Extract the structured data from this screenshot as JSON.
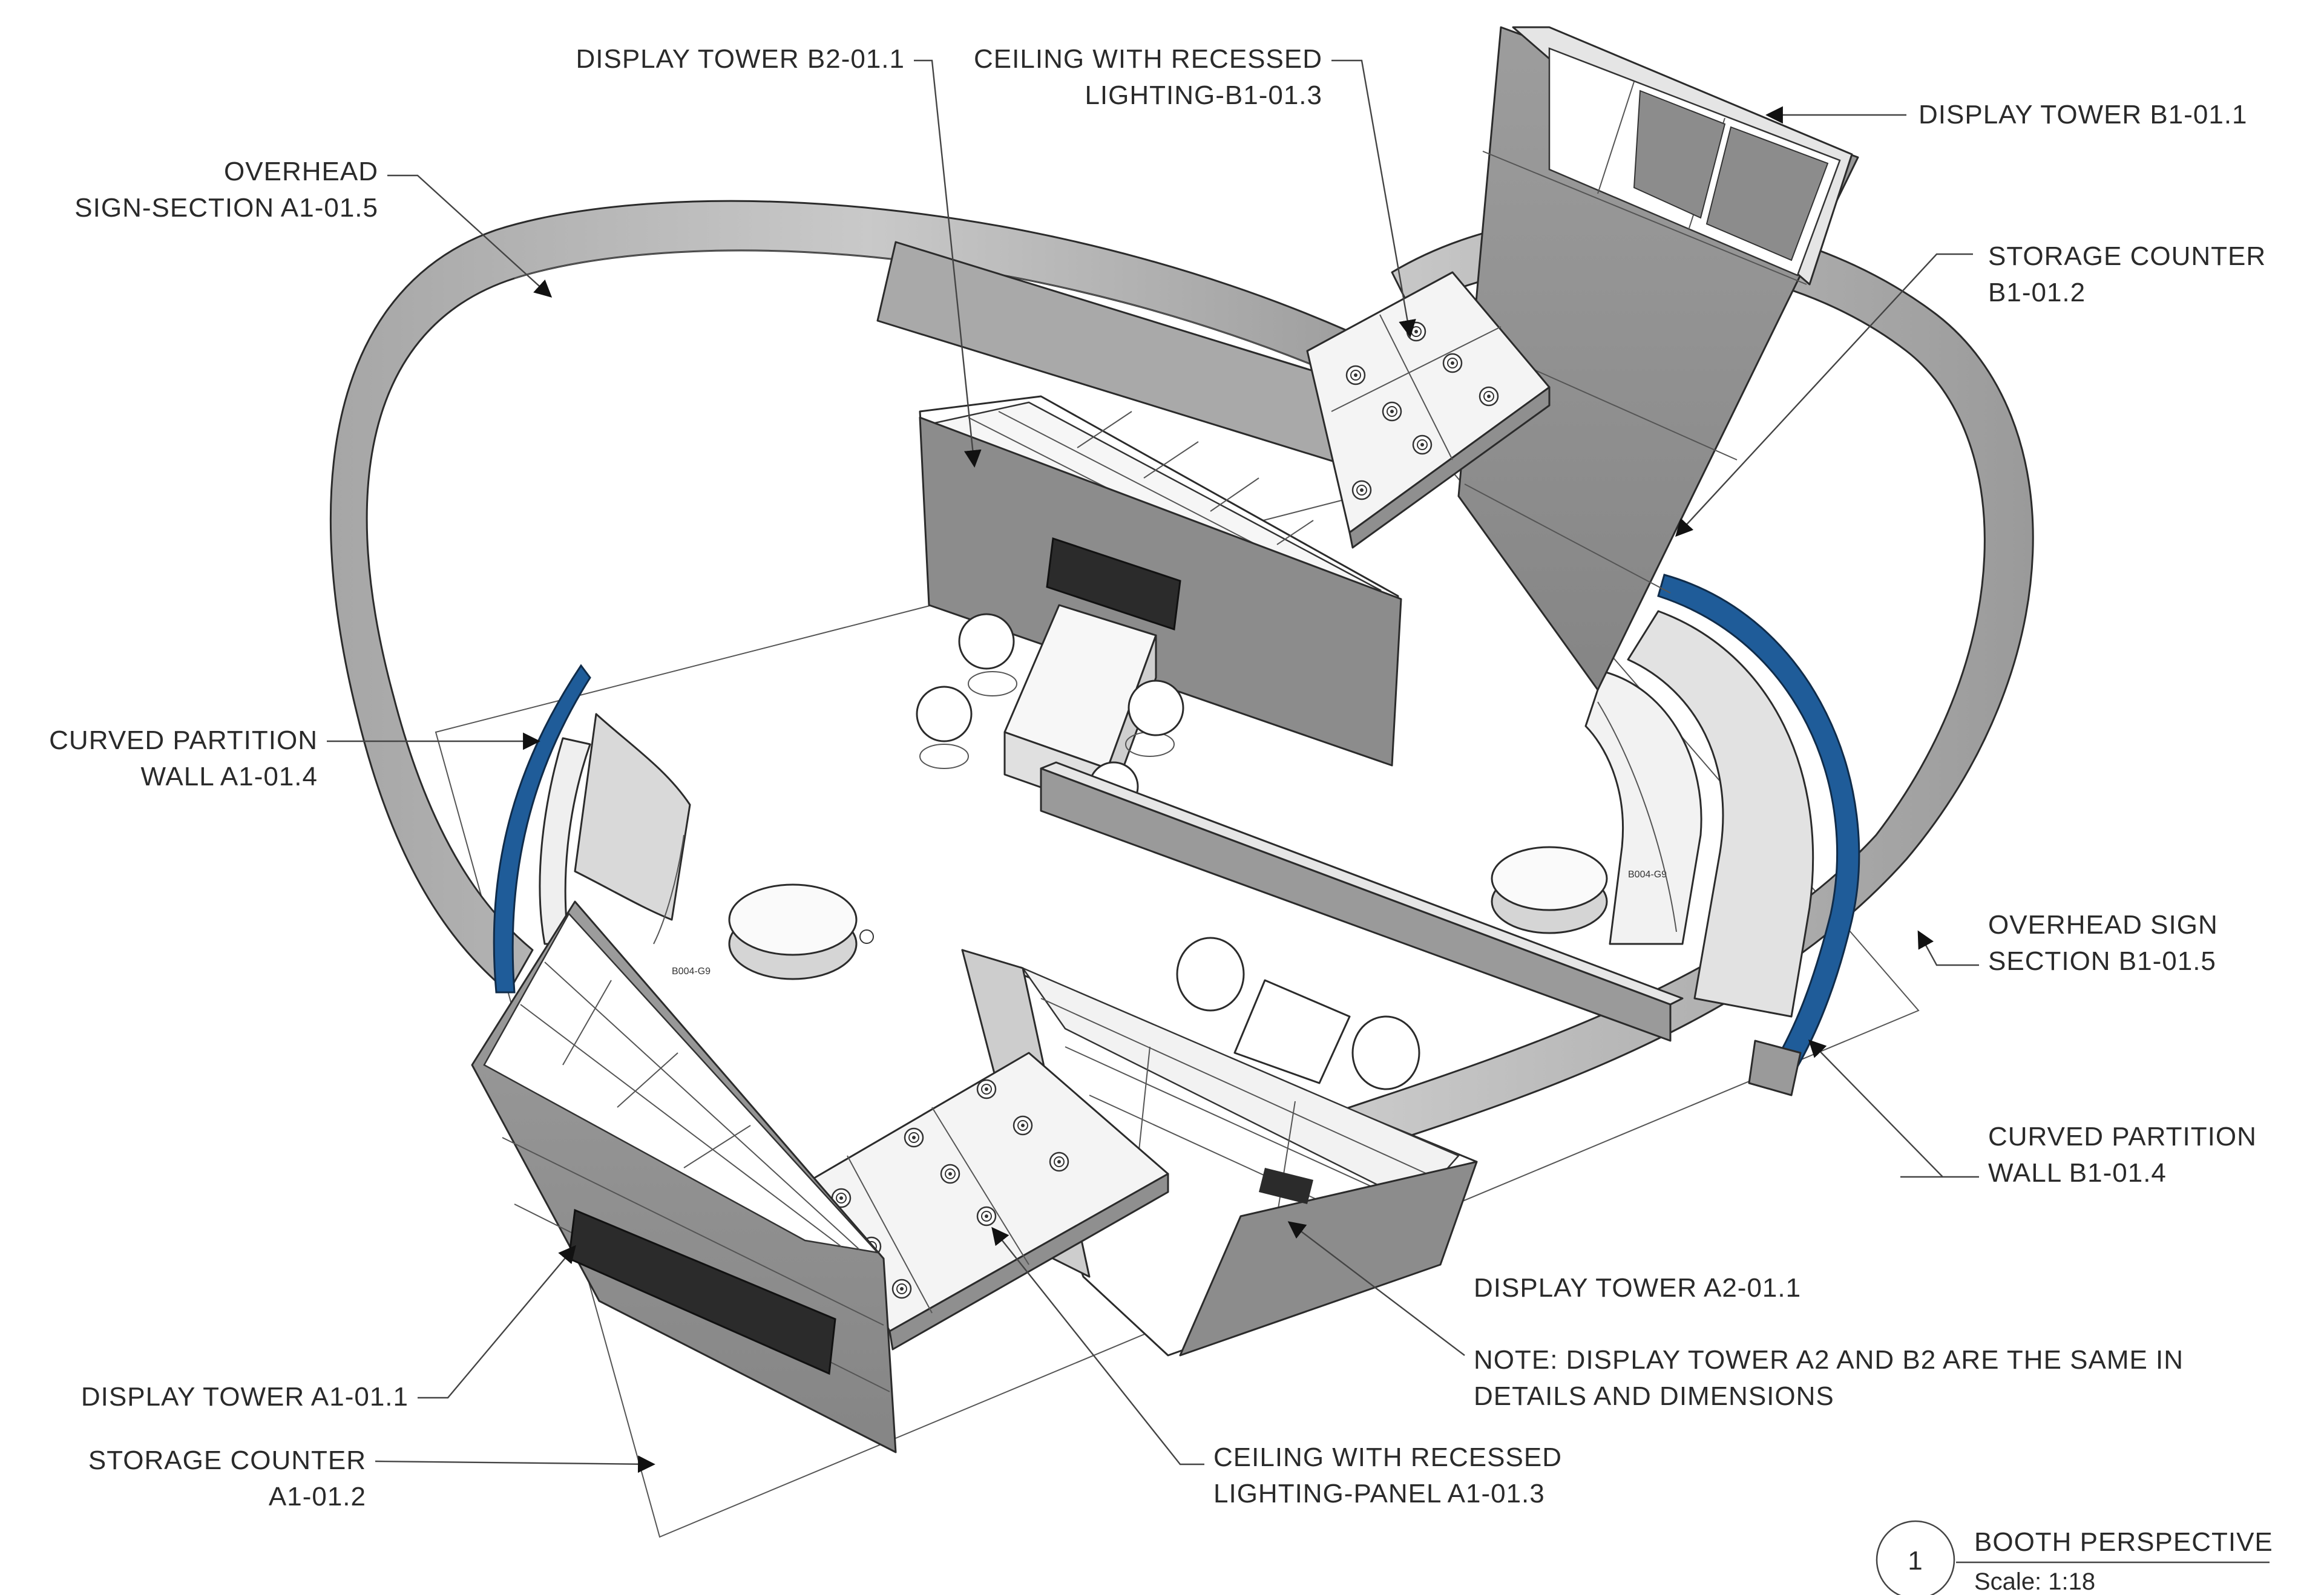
{
  "labels": {
    "display_tower_b2": "DISPLAY TOWER B2-01.1",
    "ceiling_b1_line1": "CEILING WITH RECESSED",
    "ceiling_b1_line2": "LIGHTING-B1-01.3",
    "display_tower_b1": "DISPLAY TOWER B1-01.1",
    "overhead_sign_a1_line1": "OVERHEAD",
    "overhead_sign_a1_line2": "SIGN-SECTION A1-01.5",
    "storage_counter_b1_line1": "STORAGE COUNTER",
    "storage_counter_b1_line2": "B1-01.2",
    "curved_partition_a1_line1": "CURVED PARTITION",
    "curved_partition_a1_line2": "WALL A1-01.4",
    "overhead_sign_b1_line1": "OVERHEAD SIGN",
    "overhead_sign_b1_line2": "SECTION B1-01.5",
    "curved_partition_b1_line1": "CURVED PARTITION",
    "curved_partition_b1_line2": "WALL B1-01.4",
    "display_tower_a2": "DISPLAY TOWER A2-01.1",
    "note_line1": "NOTE: DISPLAY TOWER A2 AND B2 ARE THE SAME IN",
    "note_line2": "DETAILS AND DIMENSIONS",
    "display_tower_a1": "DISPLAY TOWER A1-01.1",
    "storage_counter_a1_line1": "STORAGE COUNTER",
    "storage_counter_a1_line2": "A1-01.2",
    "ceiling_a1_line1": "CEILING WITH RECESSED",
    "ceiling_a1_line2": "LIGHTING-PANEL A1-01.3"
  },
  "floor_tags": {
    "left": "B004-G9",
    "right": "B004-G9"
  },
  "title_block": {
    "number": "1",
    "title": "BOOTH PERSPECTIVE",
    "scale": "Scale: 1:18"
  },
  "colors": {
    "partition_blue": "#1f5c99",
    "wall_gray": "#8f8f8f",
    "wall_light": "#d9d9d9",
    "floor": "#ffffff",
    "line": "#2b2b2b"
  }
}
